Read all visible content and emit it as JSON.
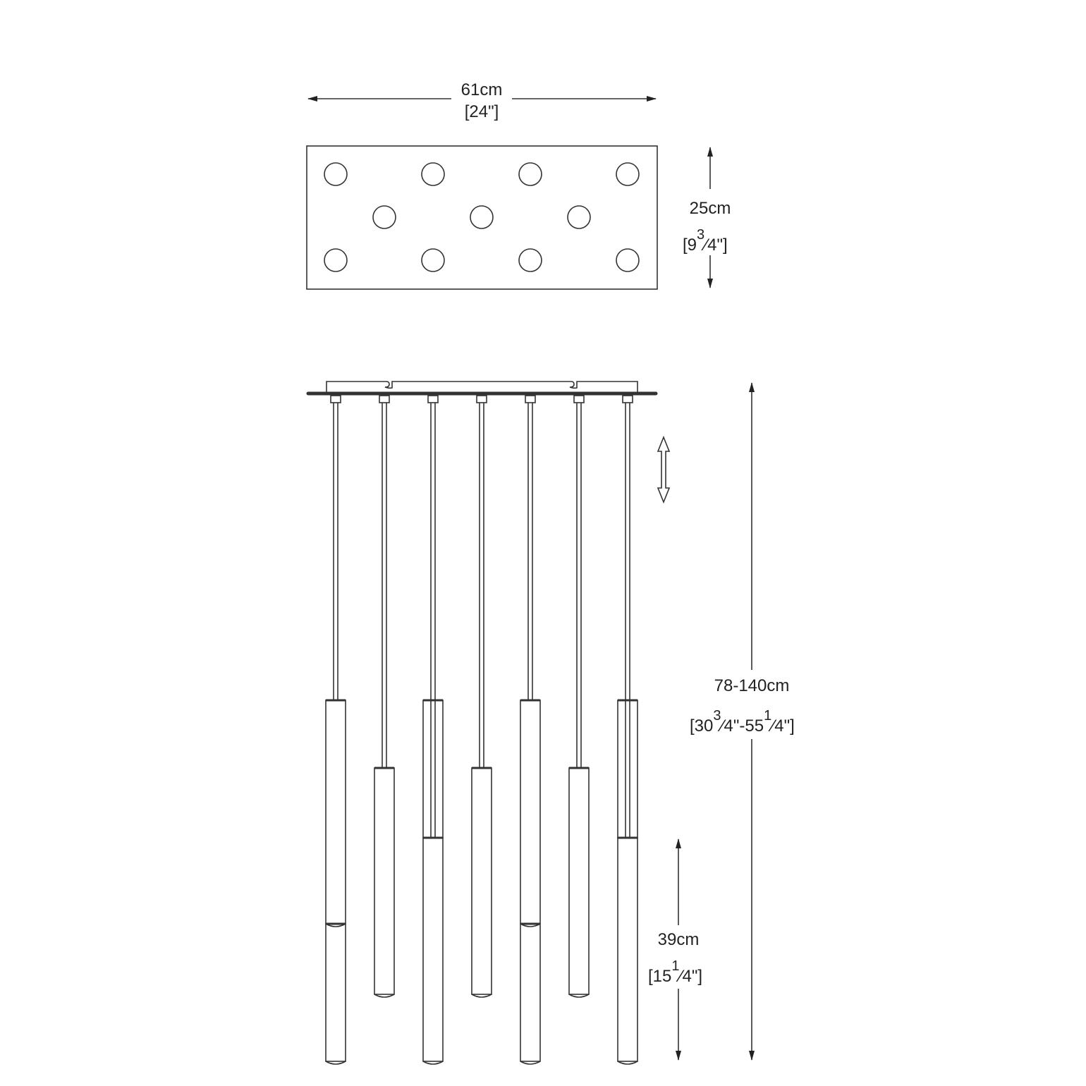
{
  "top_view": {
    "fixture_holes": 11
  },
  "width_dim": {
    "metric": "61cm",
    "imperial": "[24\"]"
  },
  "depth_dim": {
    "metric": "25cm",
    "imperial_open": "[9",
    "imperial_num": "3",
    "imperial_rest": "4\"]"
  },
  "height_dim": {
    "metric": "78-140cm",
    "imperial_open": "[30",
    "imperial_num1": "3",
    "imperial_mid": "4\"-55",
    "imperial_num2": "1",
    "imperial_rest": "4\"]"
  },
  "shade_dim": {
    "metric": "39cm",
    "imperial_open": "[15",
    "imperial_num": "1",
    "imperial_rest": "4\"]"
  },
  "side_view": {
    "pendant_count": 7
  },
  "colors": {
    "line": "#333333",
    "background": "#ffffff"
  }
}
